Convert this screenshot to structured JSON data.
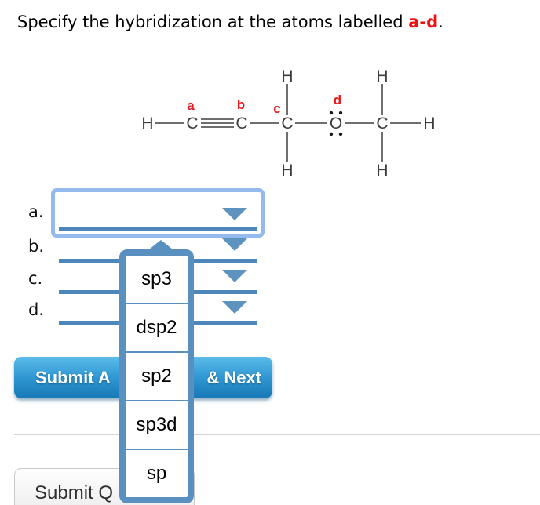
{
  "title": {
    "prefix": "Specify the hybridization at the atoms labelled ",
    "highlight": "a-d",
    "suffix": "."
  },
  "molecule": {
    "atoms": {
      "h_left": "H",
      "c_a": "C",
      "c_b": "C",
      "c_c": "C",
      "o_d": "O",
      "c_e": "C",
      "h_right": "H",
      "h_top_c": "H",
      "h_bottom_c": "H",
      "h_top_e": "H",
      "h_bottom_e": "H"
    },
    "labels": {
      "a": "a",
      "b": "b",
      "c": "c",
      "d": "d"
    }
  },
  "answers": {
    "rows": [
      {
        "label": "a."
      },
      {
        "label": "b."
      },
      {
        "label": "c."
      },
      {
        "label": "d."
      }
    ]
  },
  "dropdown": {
    "options": [
      "sp3",
      "dsp2",
      "sp2",
      "sp3d",
      "sp"
    ]
  },
  "buttons": {
    "submit_answer_visible_left": "Submit A",
    "submit_answer_visible_right": "& Next",
    "submit_quiz_visible": "Submit Q"
  },
  "colors": {
    "select_blue": "#4d86b8",
    "arrow_blue": "#5e93c0",
    "popup_border_blue": "#5a90c0",
    "focus_ring_blue": "#94baee",
    "button_gradient_top": "#5cbcea",
    "button_gradient_bottom": "#1778b6",
    "label_red": "#e8191c",
    "title_highlight_red": "#ee1111"
  }
}
